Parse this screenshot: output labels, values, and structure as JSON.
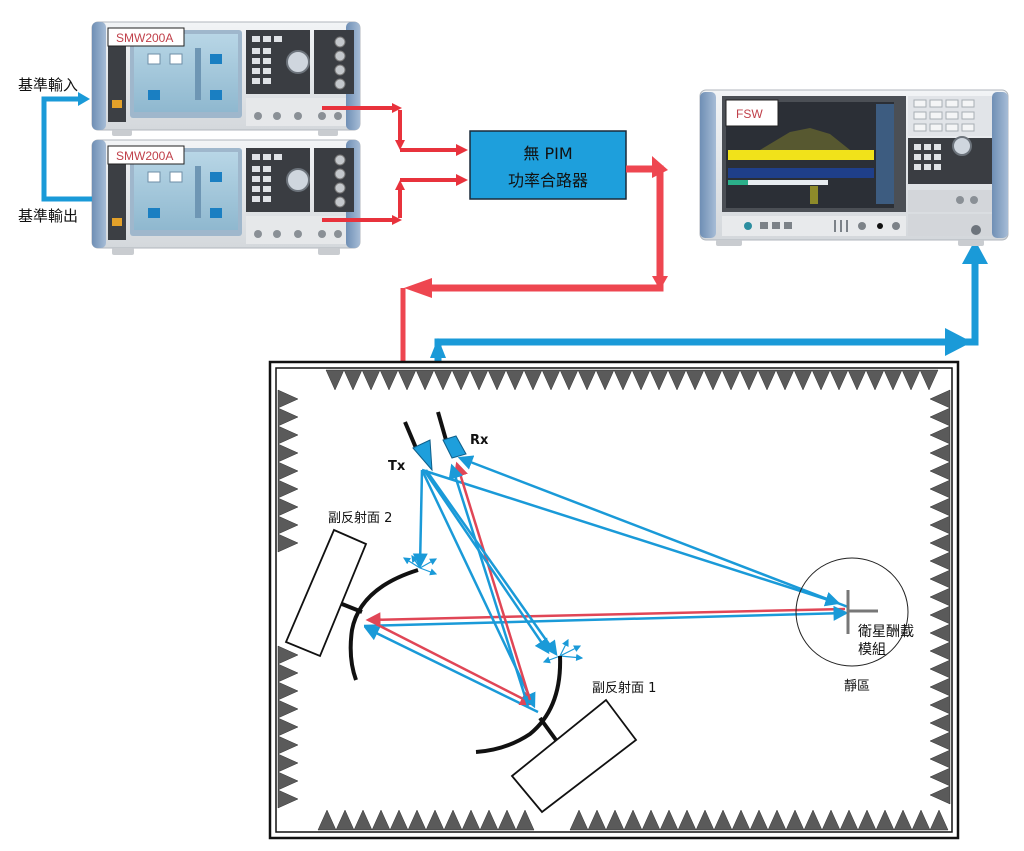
{
  "colors": {
    "tx_signal": "#e8323c",
    "rx_signal": "#1a9ad8",
    "combiner_fill": "#1e9fdc",
    "absorber": "#5a5a5a",
    "chamber_wall": "#111111"
  },
  "instruments": {
    "generator_top": {
      "label": "SMW200A",
      "icon": "signal-generator-icon"
    },
    "generator_bottom": {
      "label": "SMW200A",
      "icon": "signal-generator-icon"
    },
    "analyzer": {
      "label": "FSW",
      "icon": "spectrum-analyzer-icon"
    }
  },
  "reference": {
    "input_label": "基準輸入",
    "output_label": "基準輸出"
  },
  "combiner": {
    "line1": "無 PIM",
    "line2": "功率合路器"
  },
  "chamber": {
    "tx_label": "Tx",
    "rx_label": "Rx",
    "subreflector_2": "副反射面 2",
    "subreflector_1": "副反射面 1",
    "payload_line1": "衛星酬載",
    "payload_line2": "模組",
    "quiet_zone": "靜區"
  }
}
